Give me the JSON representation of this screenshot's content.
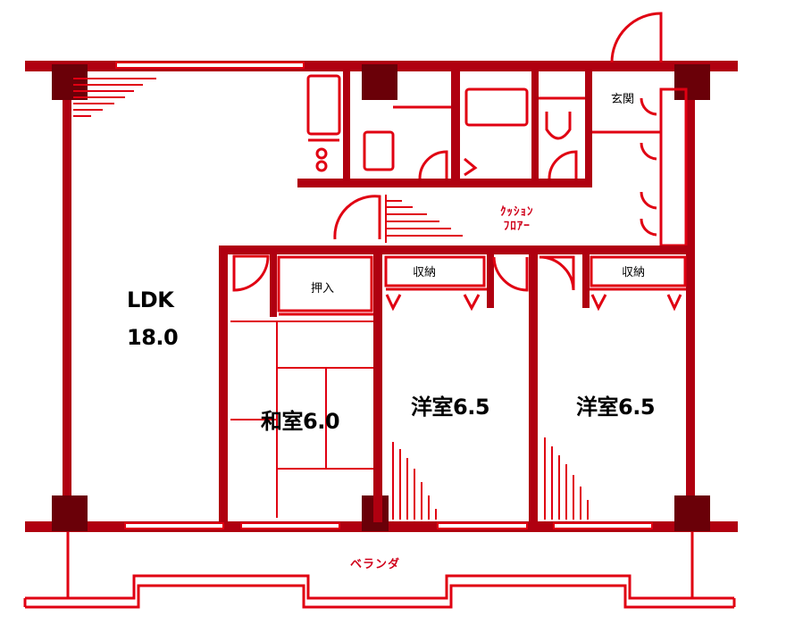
{
  "diagram": {
    "type": "floor-plan",
    "layout": "3LDK",
    "colors": {
      "wall": "#b00010",
      "line": "#e00012",
      "dark": "#6a0008",
      "text": "#000000",
      "annotation": "#d0001a"
    },
    "rooms": [
      {
        "id": "ldk",
        "name": "LDK",
        "size": "18.0"
      },
      {
        "id": "washitsu",
        "name": "和室6.0"
      },
      {
        "id": "yoshitsu1",
        "name": "洋室6.5"
      },
      {
        "id": "yoshitsu2",
        "name": "洋室6.5"
      }
    ],
    "labels": {
      "entrance": "玄関",
      "oshiire": "押入",
      "storage1": "収納",
      "storage2": "収納",
      "cushion_floor_line1": "ｸｯｼｮﾝ",
      "cushion_floor_line2": "ﾌﾛｱｰ",
      "veranda": "ベランダ"
    }
  }
}
